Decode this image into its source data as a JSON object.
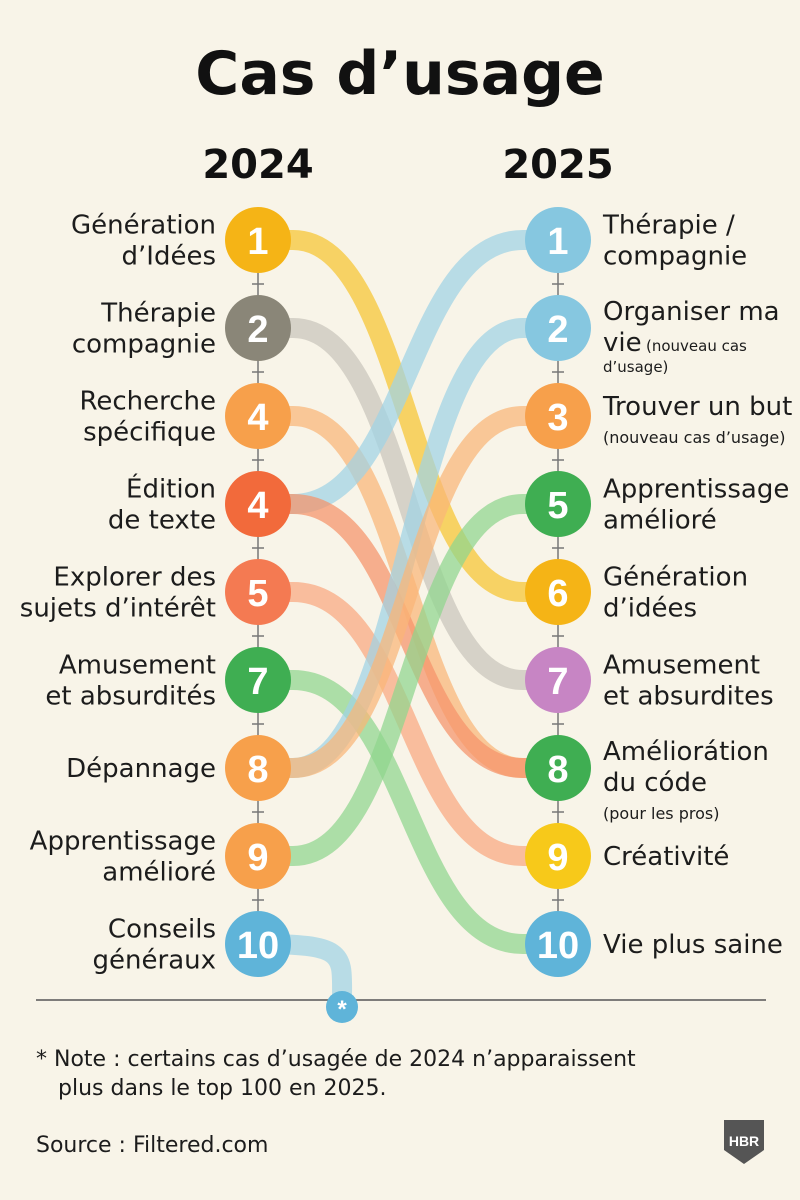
{
  "title": "Cas d’usage",
  "footnote": {
    "star": "*",
    "lines": [
      "* Note : certains cas d’usagée de 2024 n’apparaissent",
      "plus dans le top 100 en 2025."
    ]
  },
  "source": "Source : Filtered.com",
  "brand": "HBR",
  "chart_data": {
    "type": "slope",
    "columns": [
      "2024",
      "2025"
    ],
    "left": [
      {
        "rank": "1",
        "lines": [
          "Génération",
          "d’Idées"
        ],
        "color": "#f5b416"
      },
      {
        "rank": "2",
        "lines": [
          "Thérapie",
          "compagnie"
        ],
        "color": "#8a8678"
      },
      {
        "rank": "4",
        "lines": [
          "Recherche",
          "spécifique"
        ],
        "color": "#f7a04b"
      },
      {
        "rank": "4",
        "lines": [
          "Édition",
          "de texte"
        ],
        "color": "#f26a3b"
      },
      {
        "rank": "5",
        "lines": [
          "Explorer des",
          "sujets d’intérêt"
        ],
        "color": "#f47a52"
      },
      {
        "rank": "7",
        "lines": [
          "Amusement",
          "et absurdités"
        ],
        "color": "#3fae52"
      },
      {
        "rank": "8",
        "lines": [
          "Dépannage"
        ],
        "color": "#f7a04b"
      },
      {
        "rank": "9",
        "lines": [
          "Apprentissage",
          "amélioré"
        ],
        "color": "#f7a04b"
      },
      {
        "rank": "10",
        "lines": [
          "Conseils",
          "généraux"
        ],
        "color": "#5fb4d9"
      }
    ],
    "right": [
      {
        "rank": "1",
        "lines": [
          "Thérapie /",
          "compagnie"
        ],
        "note": "",
        "color": "#86c7e0"
      },
      {
        "rank": "2",
        "lines": [
          "Organiser ma",
          "vie"
        ],
        "note": "(nouveau cas",
        "note2": "d’usage)",
        "color": "#86c7e0"
      },
      {
        "rank": "3",
        "lines": [
          "Trouver un but"
        ],
        "note": "(nouveau cas d’usage)",
        "note2": "",
        "color": "#f7a04b"
      },
      {
        "rank": "5",
        "lines": [
          "Apprentissage",
          "amélioré"
        ],
        "note": "",
        "color": "#3fae52"
      },
      {
        "rank": "6",
        "lines": [
          "Génération",
          "d’idées"
        ],
        "note": "",
        "color": "#f5b416"
      },
      {
        "rank": "7",
        "lines": [
          "Amusement",
          "et absurdites"
        ],
        "note": "",
        "color": "#c785c4"
      },
      {
        "rank": "8",
        "lines": [
          "Améliorátion",
          "du códe"
        ],
        "note": "(pour les pros)",
        "color": "#3fae52"
      },
      {
        "rank": "9",
        "lines": [
          "Créativité"
        ],
        "note": "",
        "color": "#f7c91a"
      },
      {
        "rank": "10",
        "lines": [
          "Vie plus saine"
        ],
        "note": "",
        "color": "#5fb4d9"
      }
    ],
    "links": [
      {
        "from": 0,
        "to": 4,
        "color": "#f7c530"
      },
      {
        "from": 1,
        "to": 5,
        "color": "#c9c5bb"
      },
      {
        "from": 2,
        "to": 6,
        "color": "#f9b677"
      },
      {
        "from": 3,
        "to": 0,
        "color": "#9fd3e4"
      },
      {
        "from": 3,
        "to": 6,
        "color": "#f5936a"
      },
      {
        "from": 4,
        "to": 7,
        "color": "#f9a77f"
      },
      {
        "from": 5,
        "to": 8,
        "color": "#8fd58d"
      },
      {
        "from": 6,
        "to": 1,
        "color": "#9fd3e4"
      },
      {
        "from": 6,
        "to": 2,
        "color": "#f9b677"
      },
      {
        "from": 7,
        "to": 3,
        "color": "#8fd58d"
      },
      {
        "from": 8,
        "to": "star",
        "color": "#9fd3e4"
      }
    ]
  }
}
